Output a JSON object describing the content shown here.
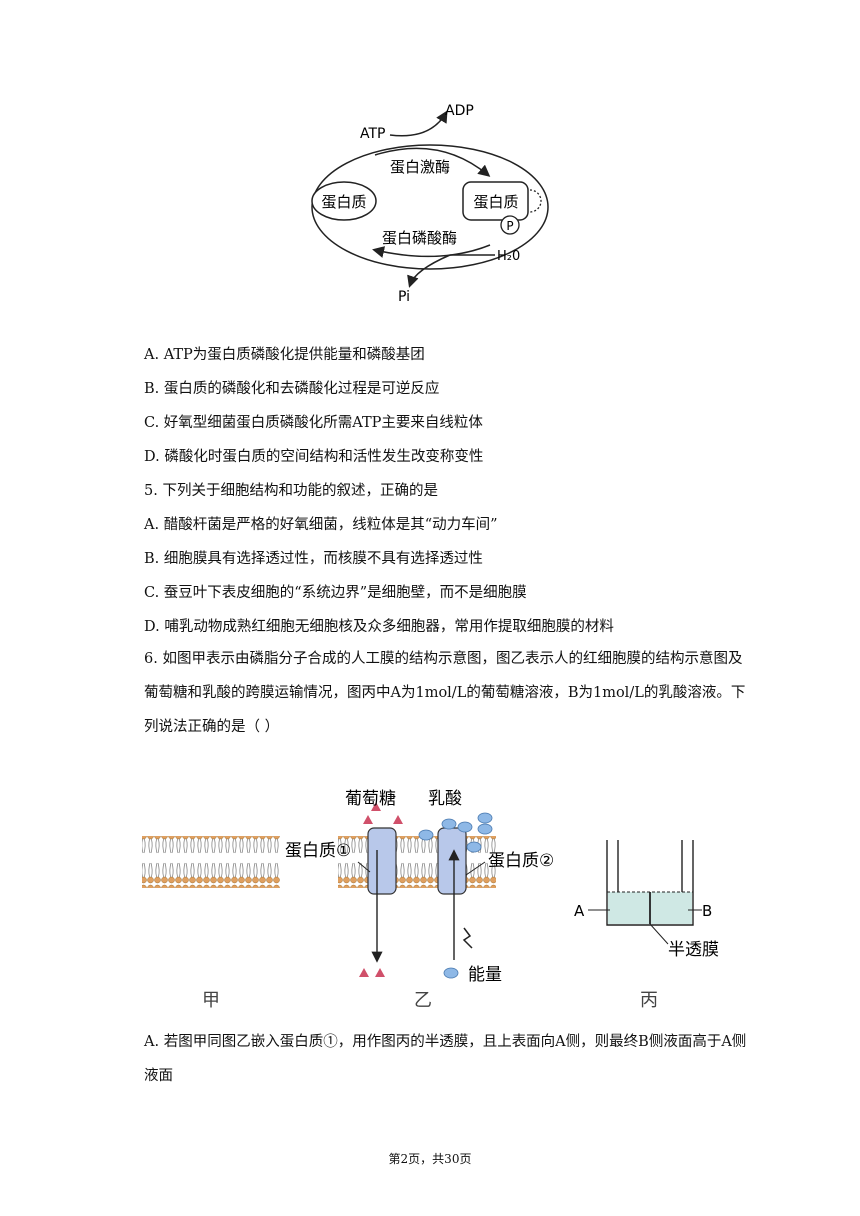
{
  "diagram1": {
    "atp": "ATP",
    "adp": "ADP",
    "kinase": "蛋白激酶",
    "phosphatase": "蛋白磷酸酶",
    "protein_left": "蛋白质",
    "protein_right": "蛋白质",
    "p": "P",
    "h2o": "H₂0",
    "pi": "Pi"
  },
  "q4_options": [
    "A. ATP为蛋白质磷酸化提供能量和磷酸基团",
    "B.  蛋白质的磷酸化和去磷酸化过程是可逆反应",
    "C.  好氧型细菌蛋白质磷酸化所需ATP主要来自线粒体",
    "D.  磷酸化时蛋白质的空间结构和活性发生改变称变性"
  ],
  "q5": {
    "stem": "5.    下列关于细胞结构和功能的叙述，正确的是",
    "options": [
      "A.  醋酸杆菌是严格的好氧细菌，线粒体是其“动力车间”",
      "B.  细胞膜具有选择透过性，而核膜不具有选择透过性",
      "C.  蚕豆叶下表皮细胞的“系统边界”是细胞壁，而不是细胞膜",
      "D.  哺乳动物成熟红细胞无细胞核及众多细胞器，常用作提取细胞膜的材料"
    ]
  },
  "q6": {
    "stem": "6.    如图甲表示由磷脂分子合成的人工膜的结构示意图，图乙表示人的红细胞膜的结构示意图及葡萄糖和乳酸的跨膜运输情况，图丙中A为1mol/L的葡萄糖溶液，B为1mol/L的乳酸溶液。下列说法正确的是（        ）",
    "option_a": "A.  若图甲同图乙嵌入蛋白质①，用作图丙的半透膜，且上表面向A侧，则最终B侧液面高于A侧液面"
  },
  "diagram2": {
    "glucose": "葡萄糖",
    "lactate": "乳酸",
    "protein1": "蛋白质①",
    "protein2": "蛋白质②",
    "energy": "能量",
    "side_a": "A",
    "side_b": "B",
    "membrane": "半透膜",
    "jia": "甲",
    "yi": "乙",
    "bing": "丙"
  },
  "footer": "第2页，共30页"
}
